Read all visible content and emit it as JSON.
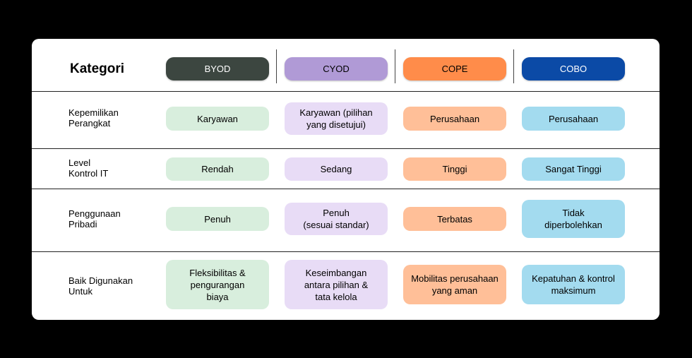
{
  "header": {
    "title": "Kategori",
    "columns": [
      "BYOD",
      "CYOD",
      "COPE",
      "COBO"
    ]
  },
  "colors": {
    "byod_header": "#3c4640",
    "cyod_header": "#b09ad6",
    "cope_header": "#ff8c4a",
    "cobo_header": "#0b4aa6",
    "byod_cell": "#d8eedd",
    "cyod_cell": "#e8dcf6",
    "cope_cell": "#ffbf98",
    "cobo_cell": "#a3dbef"
  },
  "rows": [
    {
      "label": "Kepemilikan\nPerangkat",
      "cells": [
        "Karyawan",
        "Karyawan (pilihan\nyang disetujui)",
        "Perusahaan",
        "Perusahaan"
      ]
    },
    {
      "label": "Level\nKontrol IT",
      "cells": [
        "Rendah",
        "Sedang",
        "Tinggi",
        "Sangat Tinggi"
      ]
    },
    {
      "label": "Penggunaan\nPribadi",
      "cells": [
        "Penuh",
        "Penuh\n(sesuai standar)",
        "Terbatas",
        "Tidak\ndiperbolehkan"
      ]
    },
    {
      "label": "Baik Digunakan\nUntuk",
      "cells": [
        "Fleksibilitas &\npengurangan\nbiaya",
        "Keseimbangan\nantara pilihan &\ntata kelola",
        "Mobilitas perusahaan\nyang aman",
        "Kepatuhan & kontrol\nmaksimum"
      ]
    }
  ]
}
